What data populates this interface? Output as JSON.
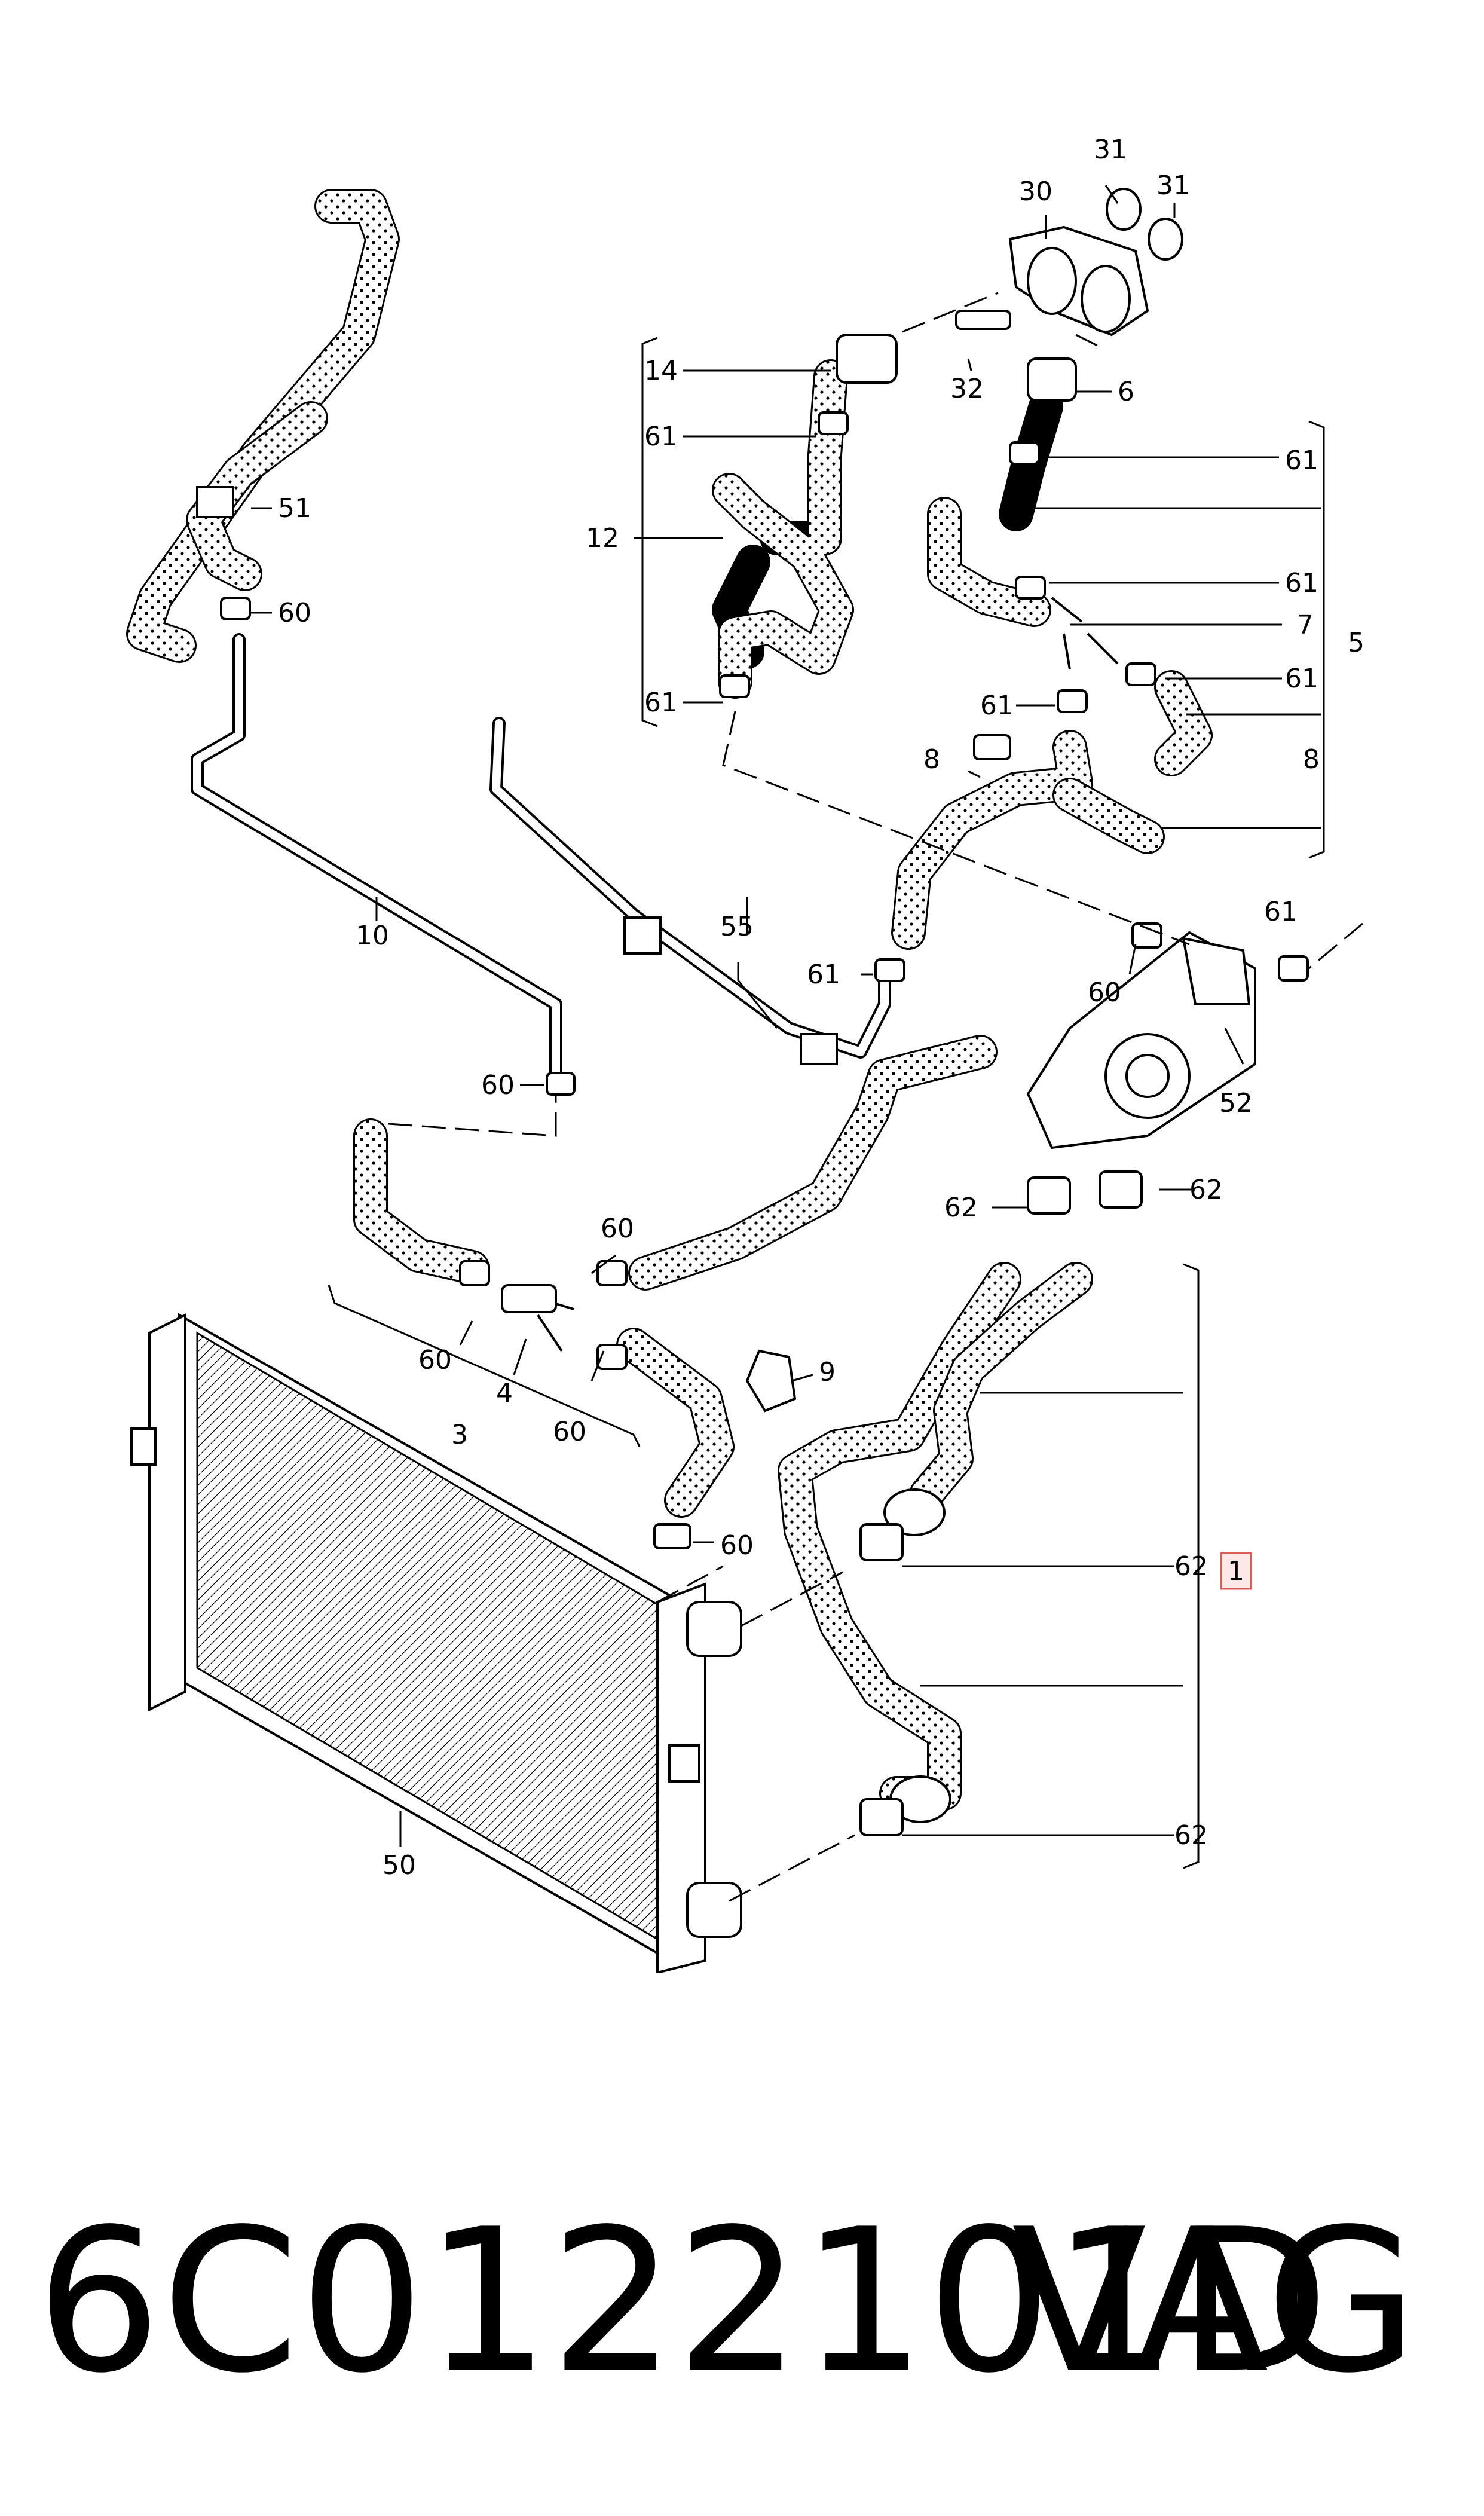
{
  "callouts": {
    "c1": "1",
    "c3": "3",
    "c4": "4",
    "c5": "5",
    "c6": "6",
    "c7": "7",
    "c8a": "8",
    "c8b": "8",
    "c9": "9",
    "c10": "10",
    "c12": "12",
    "c14": "14",
    "c30": "30",
    "c31a": "31",
    "c31b": "31",
    "c32": "32",
    "c50": "50",
    "c51": "51",
    "c52": "52",
    "c55": "55",
    "c60a": "60",
    "c60b": "60",
    "c60c": "60",
    "c60d": "60",
    "c60e": "60",
    "c60f": "60",
    "c60g": "60",
    "c61a": "61",
    "c61b": "61",
    "c61c": "61",
    "c61d": "61",
    "c61e": "61",
    "c61f": "61",
    "c61g": "61",
    "c62a": "62",
    "c62b": "62",
    "c62c": "62",
    "c62d": "62"
  },
  "footer": {
    "part_number": "6C0122101D",
    "brand": "VAG"
  },
  "colors": {
    "highlight_box_stroke": "#e05a5a",
    "highlight_box_fill": "#fde8e8"
  }
}
